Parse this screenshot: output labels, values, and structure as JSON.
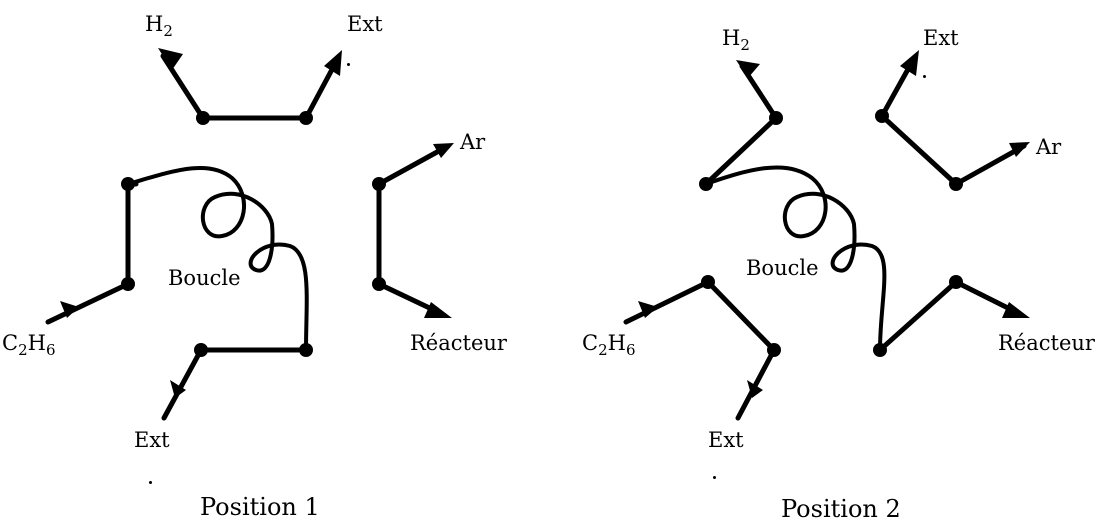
{
  "diagrams": [
    {
      "caption": "Position 1",
      "labels": {
        "h2": {
          "main": "H",
          "sub": "2"
        },
        "ext_top": "Ext",
        "ar": "Ar",
        "boucle": "Boucle",
        "c2h6": {
          "c": "C",
          "c_sub": "2",
          "h": "H",
          "h_sub": "6"
        },
        "reacteur": "Réacteur",
        "ext_bottom": "Ext"
      }
    },
    {
      "caption": "Position 2",
      "labels": {
        "h2": {
          "main": "H",
          "sub": "2"
        },
        "ext_top": "Ext",
        "ar": "Ar",
        "boucle": "Boucle",
        "c2h6": {
          "c": "C",
          "c_sub": "2",
          "h": "H",
          "h_sub": "6"
        },
        "reacteur": "Réacteur",
        "ext_bottom": "Ext"
      }
    }
  ]
}
